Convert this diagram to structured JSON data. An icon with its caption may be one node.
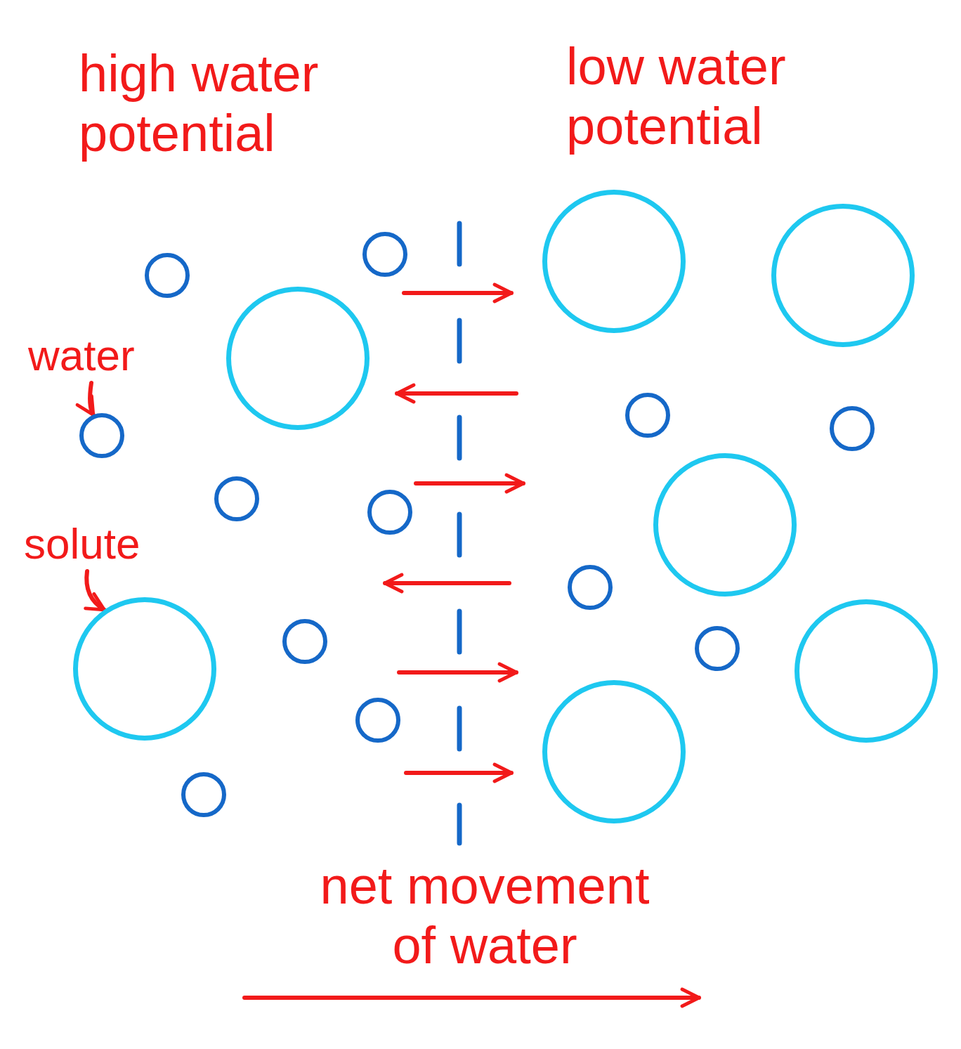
{
  "diagram": {
    "nodes": [
      {
        "text": [],
        "shape": "circle"
      },
      {
        "text": [],
        "shape": "circle"
      },
      {
        "text": [],
        "shape": "circle"
      },
      {
        "text": [],
        "shape": "circle"
      },
      {
        "text": [],
        "shape": "circle"
      },
      {
        "text": [
          "water"
        ]
      },
      {
        "text": [],
        "shape": "circle"
      },
      {
        "text": [],
        "shape": "circle"
      },
      {
        "text": [],
        "shape": "circle"
      },
      {
        "text": [],
        "shape": "circle"
      },
      {
        "text": [],
        "shape": "circle"
      },
      {
        "text": [],
        "shape": "circle"
      },
      {
        "text": [
          "solute"
        ]
      },
      {
        "text": [],
        "shape": "circle"
      },
      {
        "text": [],
        "shape": "circle"
      },
      {
        "text": [],
        "shape": "circle"
      },
      {
        "text": [],
        "shape": "circle"
      },
      {
        "text": [],
        "shape": "circle"
      },
      {
        "text": [],
        "shape": "circle"
      },
      {
        "text": [],
        "shape": "circle"
      },
      {
        "text": [],
        "shape": "circle"
      }
    ],
    "edges": [
      {
        "from": 5,
        "to": 8,
        "arrow": "to"
      },
      {
        "from": 12,
        "to": 16,
        "arrow": "to"
      }
    ],
    "labels": [
      "high water potential",
      "low water potential",
      "net movement of water"
    ]
  }
}
